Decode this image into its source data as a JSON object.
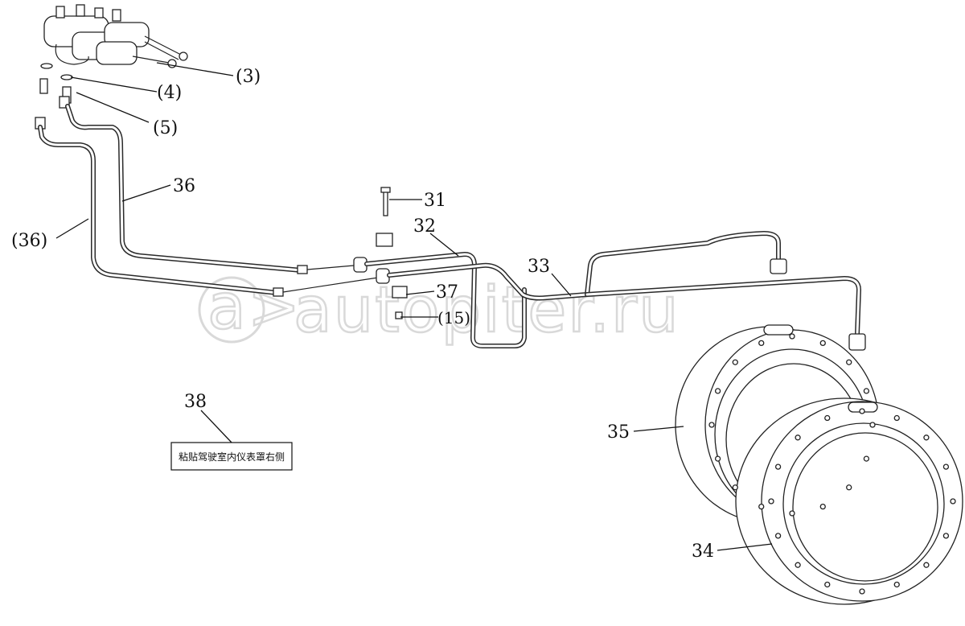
{
  "callouts": {
    "c3": "(3)",
    "c4": "(4)",
    "c5": "(5)",
    "c36": "36",
    "c36p": "(36)",
    "c31": "31",
    "c32": "32",
    "c33": "33",
    "c37": "37",
    "c15": "(15)",
    "c38": "38",
    "c35": "35",
    "c34": "34"
  },
  "sticker_text": "粘贴驾驶室内仪表罩右侧",
  "watermark": "autopiter.ru"
}
